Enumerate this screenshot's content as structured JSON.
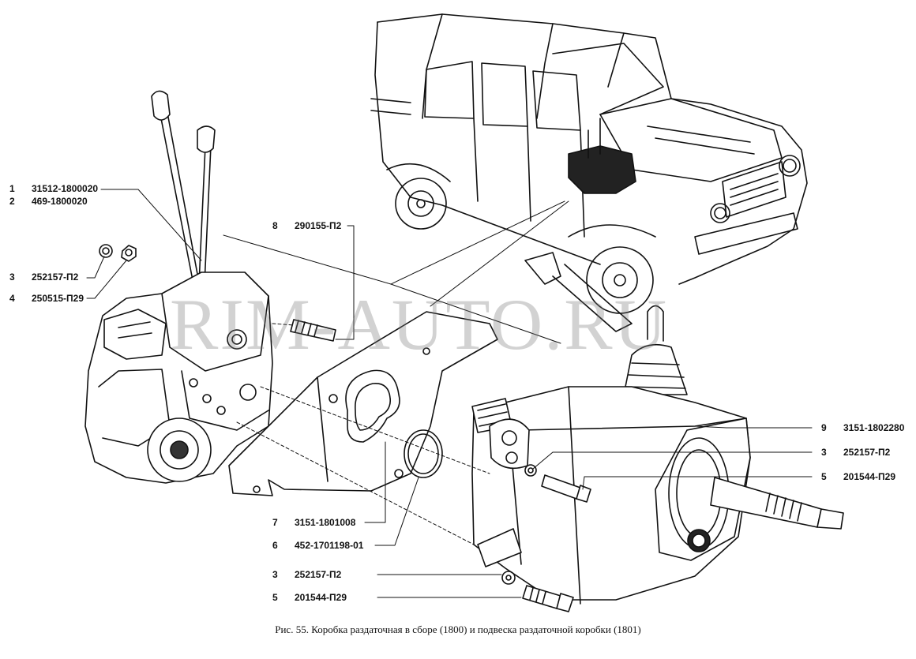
{
  "watermark": "RIM-AUTO.RU",
  "caption": "Рис. 55. Коробка раздаточная в сборе (1800) и подвеска раздаточной коробки (1801)",
  "callouts": [
    {
      "num": "1",
      "code": "31512-1800020"
    },
    {
      "num": "2",
      "code": "469-1800020"
    },
    {
      "num": "3",
      "code": "252157-П2"
    },
    {
      "num": "4",
      "code": "250515-П29"
    },
    {
      "num": "8",
      "code": "290155-П2"
    },
    {
      "num": "9",
      "code": "3151-1802280"
    },
    {
      "num": "3",
      "code": "252157-П2"
    },
    {
      "num": "5",
      "code": "201544-П29"
    },
    {
      "num": "7",
      "code": "3151-1801008"
    },
    {
      "num": "6",
      "code": "452-1701198-01"
    },
    {
      "num": "3",
      "code": "252157-П2"
    },
    {
      "num": "5",
      "code": "201544-П29"
    }
  ],
  "colors": {
    "ink": "#111111",
    "paper": "#ffffff",
    "watermark": "#777777"
  }
}
